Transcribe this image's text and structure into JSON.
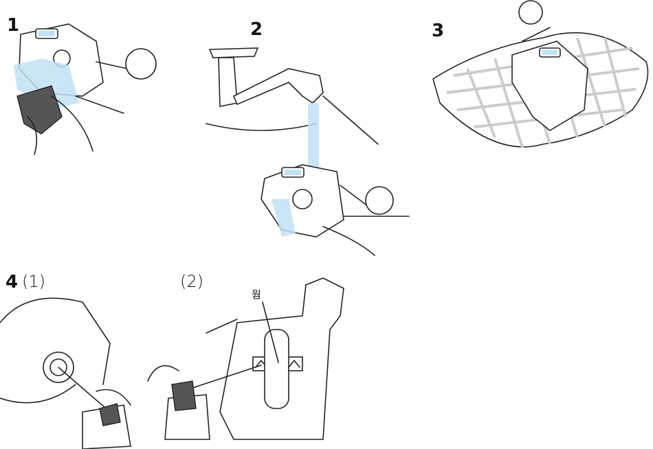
{
  "steps": [
    {
      "number": "1"
    },
    {
      "number": "2"
    },
    {
      "number": "3"
    },
    {
      "number": "4",
      "substeps": [
        "(1)",
        "(2)"
      ]
    }
  ],
  "callouts": {
    "worm": "웜"
  },
  "colors": {
    "water": "#bfe0f5",
    "line": "#222222",
    "cloth_grid": "#cccccc"
  }
}
